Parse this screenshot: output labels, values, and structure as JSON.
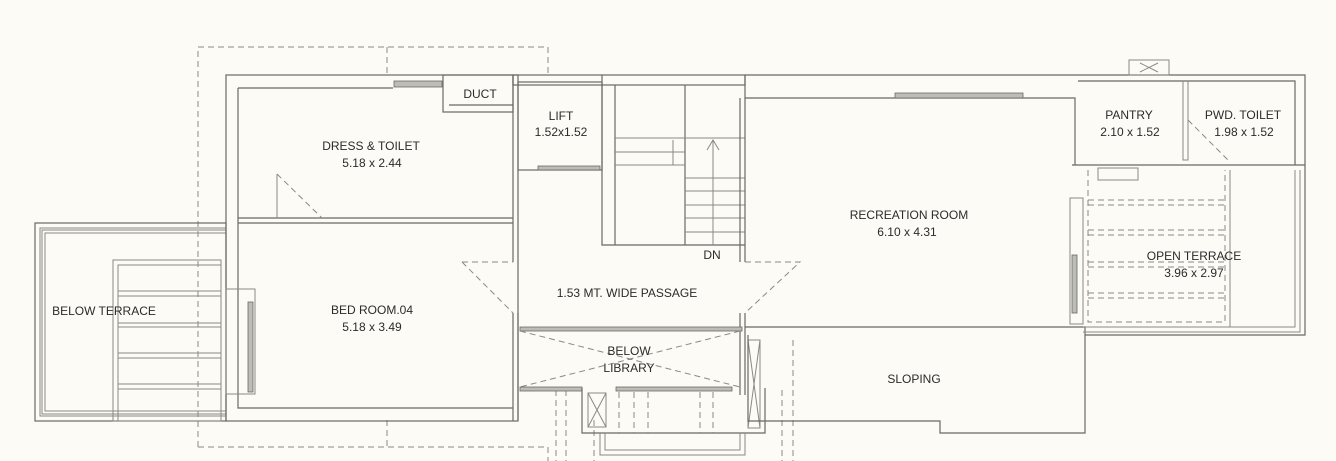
{
  "plan": {
    "rooms": {
      "duct": {
        "name": "DUCT"
      },
      "dress_toilet": {
        "name": "DRESS & TOILET",
        "size": "5.18 x 2.44"
      },
      "bed_room": {
        "name": "BED ROOM.04",
        "size": "5.18 x 3.49"
      },
      "below_terrace": {
        "name": "BELOW TERRACE"
      },
      "lift": {
        "name": "LIFT",
        "size": "1.52x1.52"
      },
      "stair": {
        "dn": "DN"
      },
      "passage": {
        "name": "1.53 MT. WIDE PASSAGE"
      },
      "below_library": {
        "line1": "BELOW",
        "line2": "LIBRARY"
      },
      "recreation": {
        "name": "RECREATION ROOM",
        "size": "6.10 x 4.31"
      },
      "pantry": {
        "name": "PANTRY",
        "size": "2.10 x 1.52"
      },
      "pwd_toilet": {
        "name": "PWD. TOILET",
        "size": "1.98 x 1.52"
      },
      "open_terrace": {
        "name": "OPEN TERRACE",
        "size": "3.96 x 2.97"
      },
      "sloping": {
        "name": "SLOPING"
      }
    }
  }
}
